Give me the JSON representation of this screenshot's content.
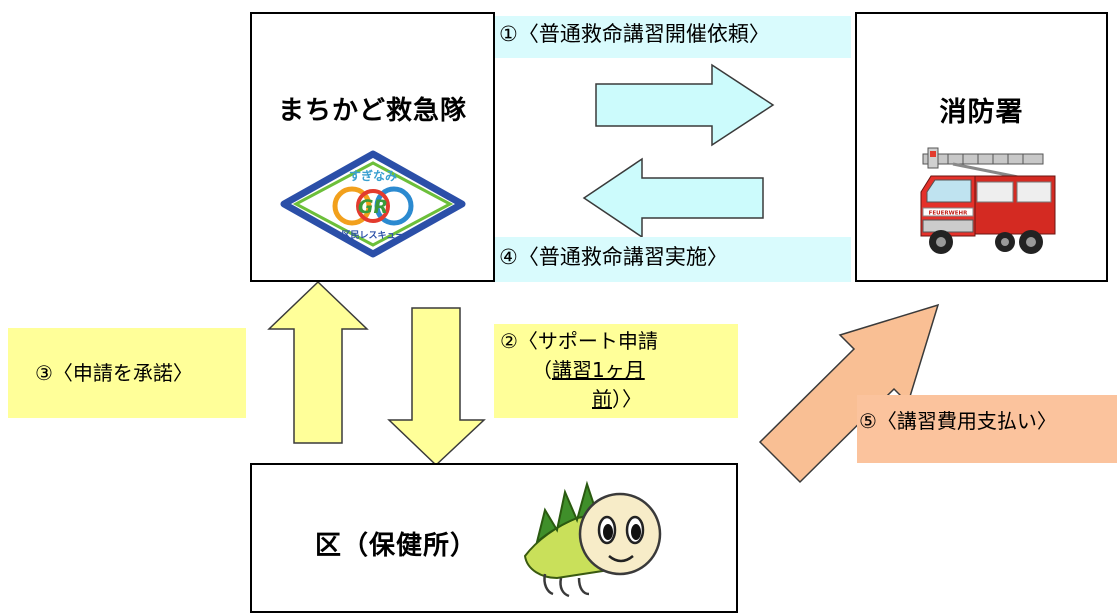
{
  "nodes": {
    "machikado": {
      "title": "まちかど救急隊",
      "logo_top": "すぎなみ",
      "logo_mid": "GR",
      "logo_bottom": "区民レスキュー"
    },
    "fire_station": {
      "title": "消防署",
      "truck_text": "FEUERWEHR"
    },
    "ward": {
      "title": "区（保健所）"
    }
  },
  "steps": {
    "step1": "①〈普通救命講習開催依頼〉",
    "step2_line1": "②〈サポート申請",
    "step2_line2": "（",
    "step2_line2_u": "講習1ヶ月",
    "step2_line3_u": "前",
    "step2_line3": "）〉",
    "step3": "③〈申請を承諾〉",
    "step4": "④〈普通救命講習実施〉",
    "step5": "⑤〈講習費用支払い〉"
  },
  "colors": {
    "cyan_arrow": "#ccfbfc",
    "yellow_arrow": "#ffff99",
    "peach_arrow": "#f9bf94",
    "label_cyan": "#d9fbfd",
    "label_yellow": "#ffff99",
    "label_peach": "#fbc39d"
  }
}
